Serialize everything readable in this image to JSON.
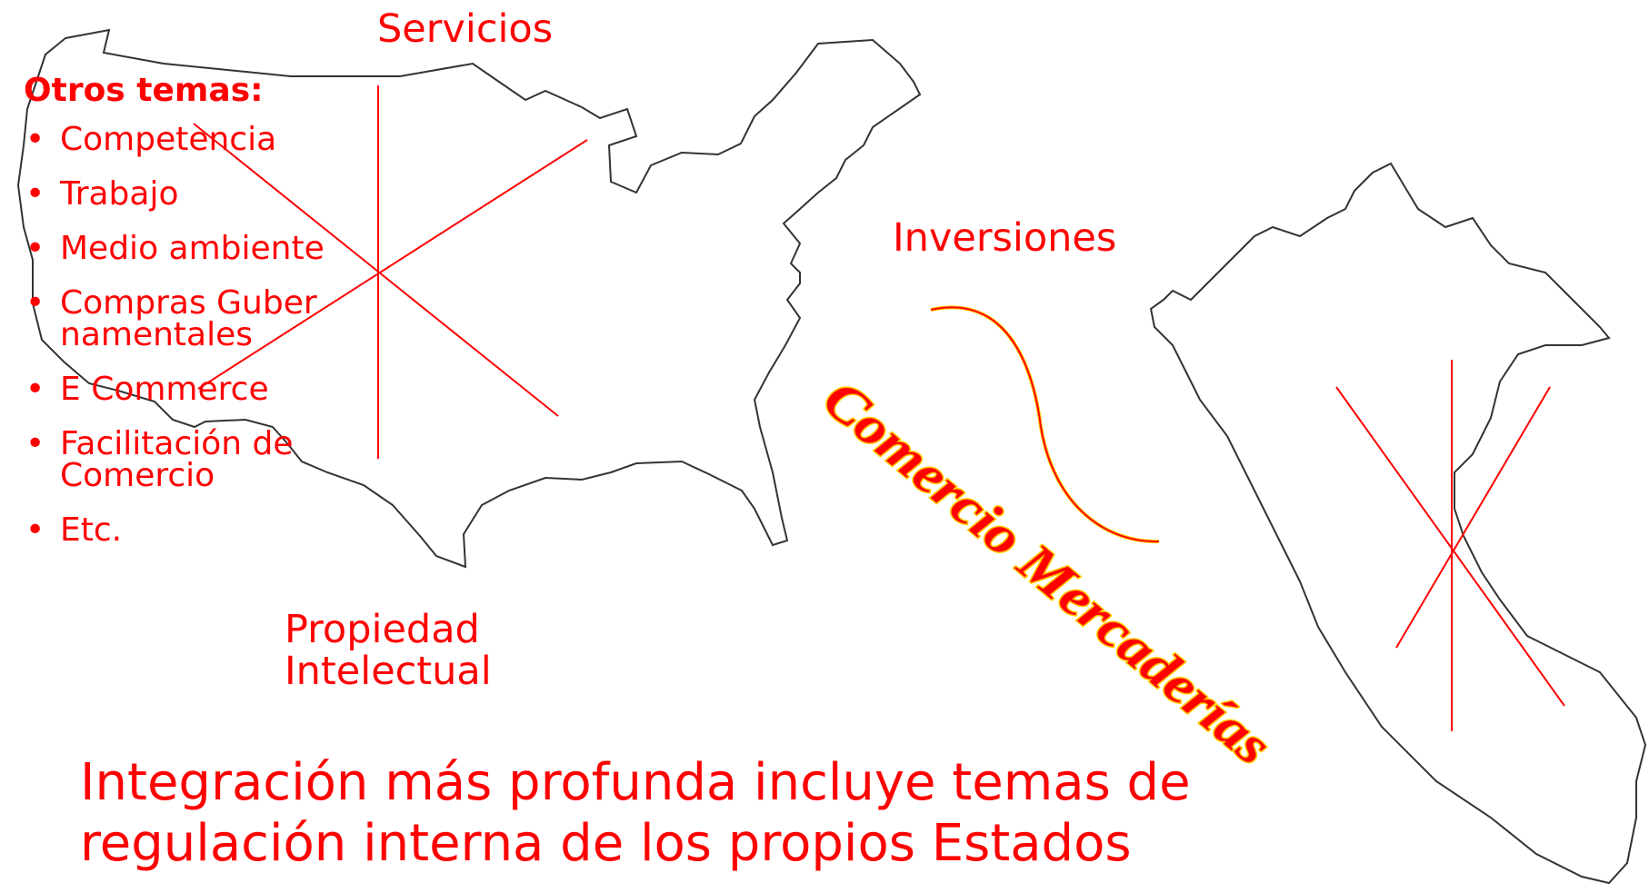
{
  "list": {
    "title": "Otros temas:",
    "items": [
      "Competencia",
      "Trabajo",
      "Medio ambiente",
      "Compras Gubernamentales",
      "E Commerce",
      "Facilitación de Comercio",
      "Etc."
    ]
  },
  "labels": {
    "servicios": "Servicios",
    "inversiones": "Inversiones",
    "propiedad": "Propiedad Intelectual",
    "comercio": "Comercio Mercaderías"
  },
  "footer": "Integración más profunda incluye temas de regulación interna de los propios Estados",
  "colors": {
    "accent": "#ff0000",
    "wordart_fill": "#ff0000",
    "wordart_outline": "#ffcc00",
    "map_outline": "#333333"
  }
}
